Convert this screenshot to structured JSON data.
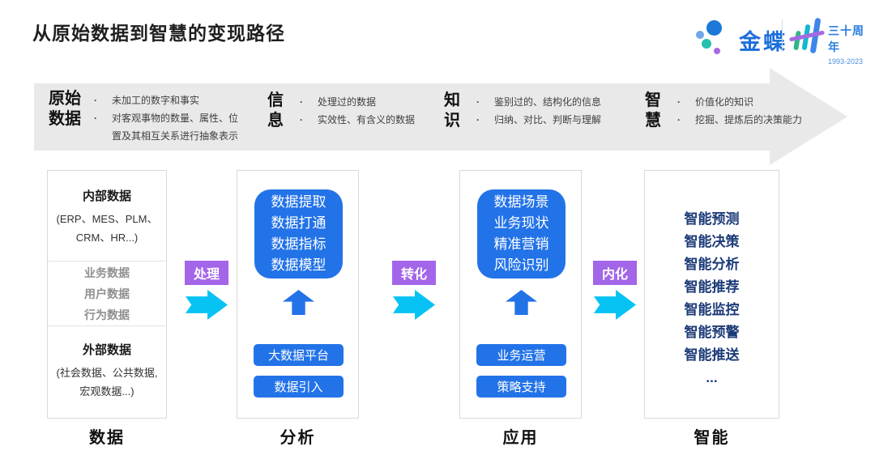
{
  "title": "从原始数据到智慧的变现路径",
  "logo": {
    "brand": "金蝶",
    "anniversary": "三十周年",
    "years": "1993-2023"
  },
  "colors": {
    "primary_blue": "#2373e8",
    "navy_text": "#1b3a78",
    "purple_label": "#a366e8",
    "cyan_arrow": "#06c3f3",
    "banner_gray": "#e9e9e9"
  },
  "banner": {
    "stages": [
      {
        "label_line1": "原始",
        "label_line2": "数据",
        "points": [
          "未加工的数字和事实",
          "对客观事物的数量、属性、位置及其相互关系进行抽象表示"
        ]
      },
      {
        "label_line1": "信",
        "label_line2": "息",
        "points": [
          "处理过的数据",
          "实效性、有含义的数据"
        ]
      },
      {
        "label_line1": "知",
        "label_line2": "识",
        "points": [
          "鉴别过的、结构化的信息",
          "归纳、对比、判断与理解"
        ]
      },
      {
        "label_line1": "智",
        "label_line2": "慧",
        "points": [
          "价值化的知识",
          "挖掘、提炼后的决策能力"
        ]
      }
    ]
  },
  "pipeline": {
    "flow_arrows": [
      "处理",
      "转化",
      "内化"
    ],
    "columns": [
      {
        "footer": "数据",
        "internal": {
          "heading": "内部数据",
          "lines": [
            "(ERP、MES、PLM、",
            "CRM、HR...)"
          ]
        },
        "middle": {
          "items": [
            "业务数据",
            "用户数据",
            "行为数据"
          ]
        },
        "external": {
          "heading": "外部数据",
          "lines": [
            "(社会数据、公共数据,",
            "宏观数据...)"
          ]
        }
      },
      {
        "footer": "分析",
        "main": [
          "数据提取",
          "数据打通",
          "数据指标",
          "数据模型"
        ],
        "buttons": [
          "大数据平台",
          "数据引入"
        ]
      },
      {
        "footer": "应用",
        "main": [
          "数据场景",
          "业务现状",
          "精准营销",
          "风险识别"
        ],
        "buttons": [
          "业务运营",
          "策略支持"
        ]
      },
      {
        "footer": "智能",
        "items": [
          "智能预测",
          "智能决策",
          "智能分析",
          "智能推荐",
          "智能监控",
          "智能预警",
          "智能推送",
          "..."
        ]
      }
    ]
  }
}
